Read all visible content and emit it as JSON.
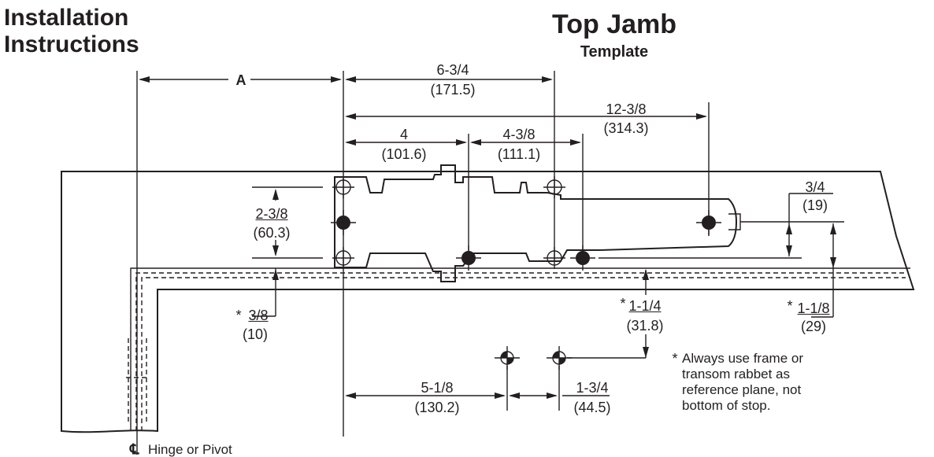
{
  "header": {
    "left_line1": "Installation",
    "left_line2": "Instructions",
    "title": "Top Jamb",
    "subtitle": "Template"
  },
  "dimensions": {
    "A": "A",
    "d_6_3_4": "6-3/4",
    "d_6_3_4_mm": "(171.5)",
    "d_12_3_8": "12-3/8",
    "d_12_3_8_mm": "(314.3)",
    "d_4": "4",
    "d_4_mm": "(101.6)",
    "d_4_3_8": "4-3/8",
    "d_4_3_8_mm": "(111.1)",
    "d_2_3_8": "2-3/8",
    "d_2_3_8_mm": "(60.3)",
    "d_3_4": "3/4",
    "d_3_4_mm": "(19)",
    "d_3_8": "3/8",
    "d_3_8_mm": "(10)",
    "d_1_1_4": "1-1/4",
    "d_1_1_4_mm": "(31.8)",
    "d_1_1_8": "1-1/8",
    "d_1_1_8_mm": "(29)",
    "d_5_1_8": "5-1/8",
    "d_5_1_8_mm": "(130.2)",
    "d_1_3_4": "1-3/4",
    "d_1_3_4_mm": "(44.5)",
    "asterisk": "*"
  },
  "note": "Always use frame or transom rabbet as reference plane, not bottom of stop.",
  "centerline_symbol": "℄",
  "centerline_label": "Hinge or Pivot"
}
